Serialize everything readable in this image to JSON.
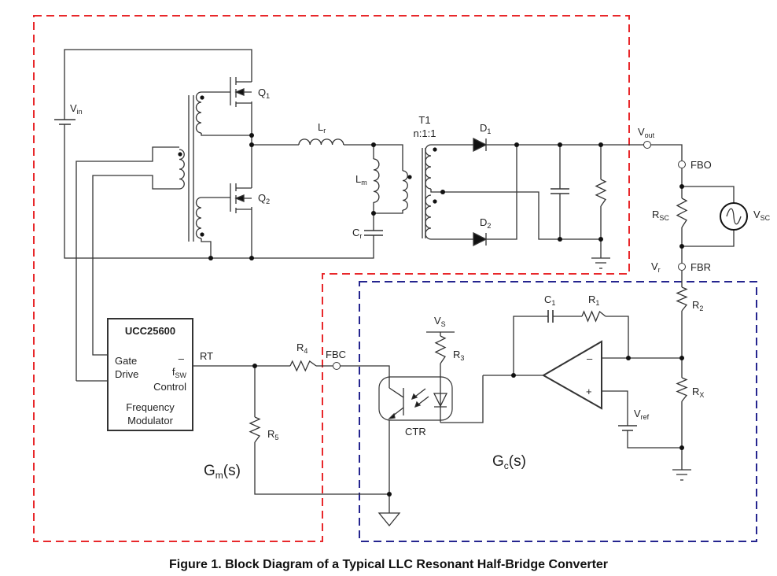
{
  "figure_title": "Figure 1. Block Diagram of a Typical LLC Resonant Half-Bridge Converter",
  "colors": {
    "wire": "#333333",
    "gm_boundary": "#e8282b",
    "gc_boundary": "#25258f"
  },
  "labels": {
    "vin": {
      "main": "V",
      "sub": "in"
    },
    "q1": {
      "main": "Q",
      "sub": "1"
    },
    "q2": {
      "main": "Q",
      "sub": "2"
    },
    "lr": {
      "main": "L",
      "sub": "r"
    },
    "lm": {
      "main": "L",
      "sub": "m"
    },
    "cr": {
      "main": "C",
      "sub": "r"
    },
    "t1": "T1",
    "t1_ratio": "n:1:1",
    "d1": {
      "main": "D",
      "sub": "1"
    },
    "d2": {
      "main": "D",
      "sub": "2"
    },
    "vout": {
      "main": "V",
      "sub": "out"
    },
    "fbo": "FBO",
    "rsc": {
      "main": "R",
      "sub": "SC"
    },
    "vsc": {
      "main": "V",
      "sub": "SC"
    },
    "vr": {
      "main": "V",
      "sub": "r"
    },
    "fbr": "FBR",
    "r2": {
      "main": "R",
      "sub": "2"
    },
    "rx": {
      "main": "R",
      "sub": "X"
    },
    "c1": {
      "main": "C",
      "sub": "1"
    },
    "r1": {
      "main": "R",
      "sub": "1"
    },
    "opamp_minus": "–",
    "opamp_plus": "+",
    "vref": {
      "main": "V",
      "sub": "ref"
    },
    "vs": {
      "main": "V",
      "sub": "S"
    },
    "r3": {
      "main": "R",
      "sub": "3"
    },
    "ctr": "CTR",
    "fbc": "FBC",
    "r4": {
      "main": "R",
      "sub": "4"
    },
    "r5": {
      "main": "R",
      "sub": "5"
    },
    "rt": "RT",
    "gm": {
      "main": "G",
      "sub": "m",
      "tail": "(s)"
    },
    "gc": {
      "main": "G",
      "sub": "c",
      "tail": "(s)"
    }
  },
  "controller": {
    "name": "UCC25600",
    "gate_drive_line1": "Gate",
    "gate_drive_line2": "Drive",
    "fsw_minus": "–",
    "fsw_main": "f",
    "fsw_sub": "SW",
    "control": "Control",
    "mod_line1": "Frequency",
    "mod_line2": "Modulator"
  }
}
